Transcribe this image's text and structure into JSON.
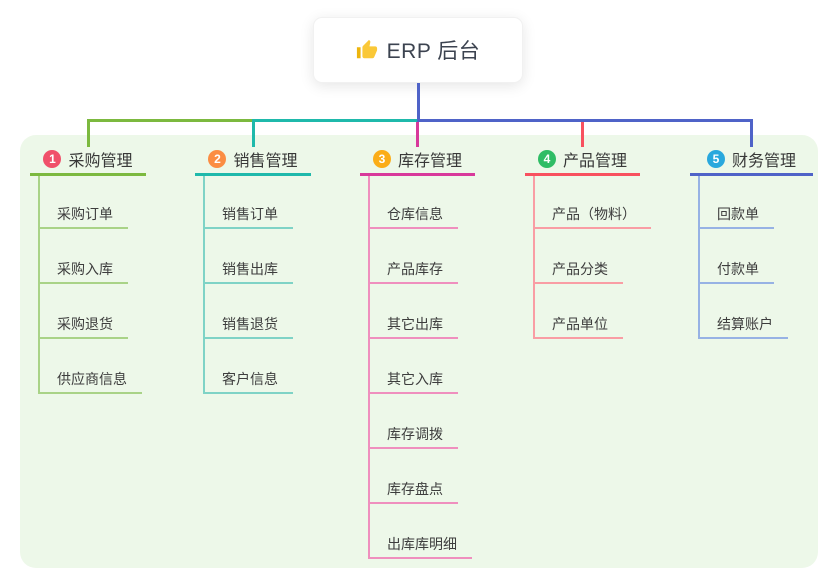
{
  "root": {
    "icon": "thumbs-up-icon",
    "label": "ERP 后台",
    "line_color": "#4f63c8"
  },
  "canvas": {
    "background": "#ffffff",
    "panel_color": "#edf8e9",
    "text_color": "#383838"
  },
  "branches": [
    {
      "number": "1",
      "label": "采购管理",
      "badge_color": "#f0506a",
      "line_color": "#7cb93f",
      "child_line_color": "#a9d387",
      "children": [
        "采购订单",
        "采购入库",
        "采购退货",
        "供应商信息"
      ]
    },
    {
      "number": "2",
      "label": "销售管理",
      "badge_color": "#fb8d43",
      "line_color": "#1fb9ab",
      "child_line_color": "#7fd3c6",
      "children": [
        "销售订单",
        "销售出库",
        "销售退货",
        "客户信息"
      ]
    },
    {
      "number": "3",
      "label": "库存管理",
      "badge_color": "#fbad18",
      "line_color": "#d8399b",
      "child_line_color": "#ef8fbe",
      "children": [
        "仓库信息",
        "产品库存",
        "其它出库",
        "其它入库",
        "库存调拨",
        "库存盘点",
        "出库库明细"
      ]
    },
    {
      "number": "4",
      "label": "产品管理",
      "badge_color": "#2fbd65",
      "line_color": "#f8515f",
      "child_line_color": "#f99da4",
      "children": [
        "产品（物料）",
        "产品分类",
        "产品单位"
      ]
    },
    {
      "number": "5",
      "label": "财务管理",
      "badge_color": "#29a8dd",
      "line_color": "#4f63c8",
      "child_line_color": "#97b2e4",
      "children": [
        "回款单",
        "付款单",
        "结算账户"
      ]
    }
  ]
}
